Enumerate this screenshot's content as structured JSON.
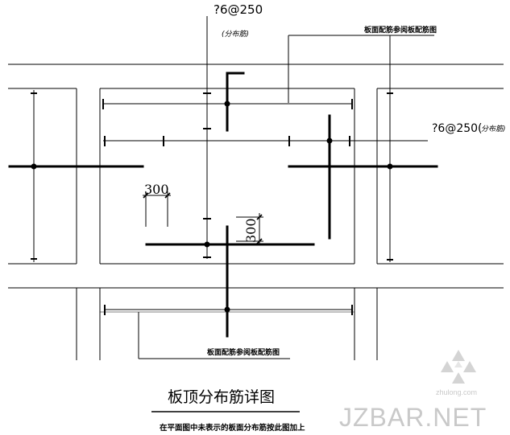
{
  "labels": {
    "top_rebar": "?6@250",
    "top_rebar_note": "(分布筋)",
    "right_rebar": "?6@250(",
    "right_rebar_note": "分布筋)",
    "top_callout": "板面配筋参阅板配筋图",
    "bottom_callout": "板面配筋参阅板配筋图",
    "dim_horizontal": "300",
    "dim_vertical": "300",
    "title": "板顶分布筋详图",
    "subtitle": "在平面图中未表示的板面分布筋按此图加上"
  },
  "watermark": {
    "small": "zhulong.com",
    "brand": "JZBAR.NET"
  },
  "colors": {
    "line": "#000000",
    "watermark": "#c9c9c9"
  }
}
